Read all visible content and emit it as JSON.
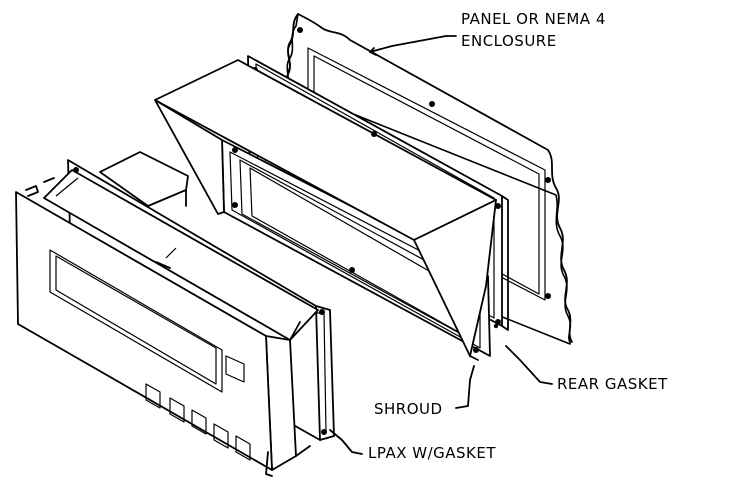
{
  "labels": {
    "panel_line1": "PANEL OR NEMA 4",
    "panel_line2": "ENCLOSURE",
    "rear_gasket": "REAR GASKET",
    "shroud": "SHROUD",
    "lpax": "LPAX W/GASKET"
  }
}
